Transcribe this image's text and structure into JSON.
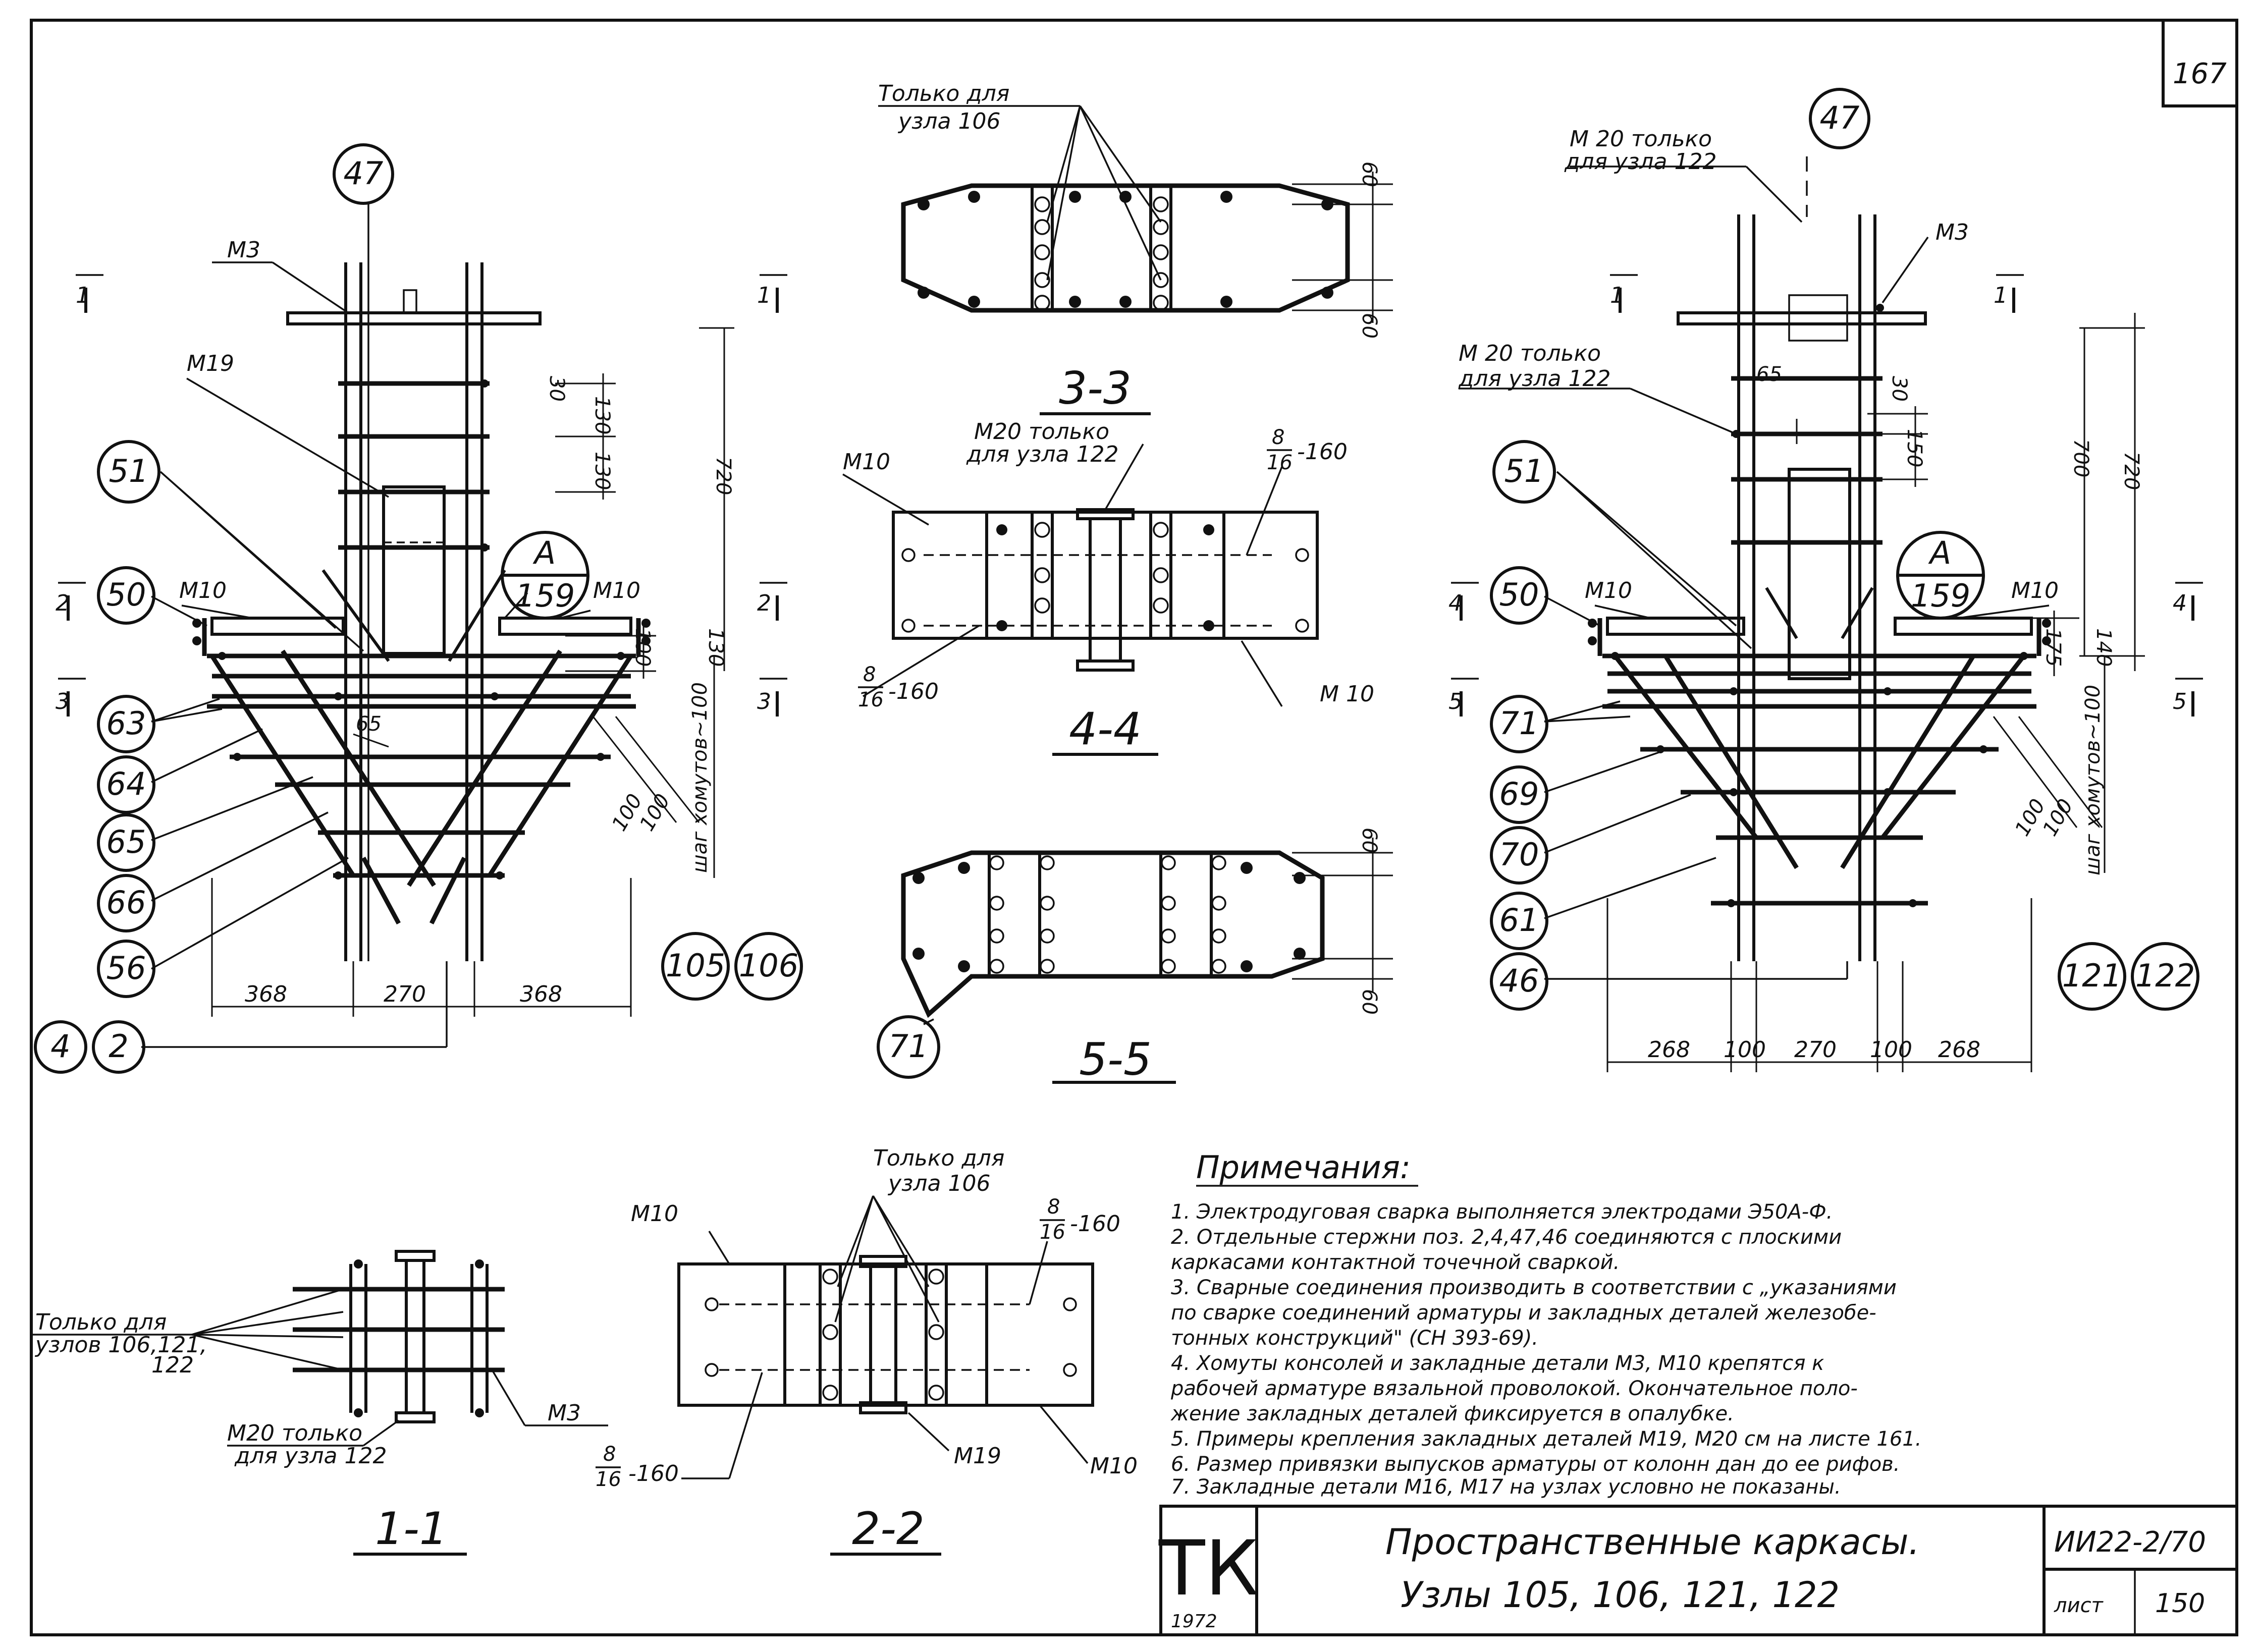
{
  "page_number": "167",
  "left_node": {
    "callouts_top": "47",
    "left_callouts": [
      "51",
      "50",
      "63",
      "64",
      "65",
      "66",
      "56"
    ],
    "node_circles": [
      "105",
      "106"
    ],
    "bottom_circles": [
      "4",
      "2"
    ],
    "details": [
      "M3",
      "M19",
      "M10",
      "M10"
    ],
    "ref_top": "A",
    "ref_bottom": "159",
    "section_marks": [
      "1",
      "1",
      "2",
      "2",
      "3",
      "3"
    ],
    "dims_vertical": [
      "30",
      "130",
      "130",
      "720",
      "100",
      "130"
    ],
    "dim_pitch": "шаг хомутов~100",
    "dims_diag": [
      "65",
      "100",
      "100"
    ],
    "dims_bottom": [
      "368",
      "270",
      "368"
    ]
  },
  "right_node": {
    "callouts_top": "47",
    "left_callouts": [
      "51",
      "50",
      "71",
      "69",
      "70",
      "61",
      "46"
    ],
    "node_circles": [
      "121",
      "122"
    ],
    "details": [
      "M3",
      "M10",
      "M10"
    ],
    "note_m20_top": [
      "М 20 только",
      "для узла 122"
    ],
    "note_m20_mid": [
      "М 20 только",
      "для узла 122"
    ],
    "ref_top": "A",
    "ref_bottom": "159",
    "section_marks": [
      "1",
      "1",
      "4",
      "4",
      "5",
      "5"
    ],
    "dims_vertical": [
      "65",
      "30",
      "150",
      "700",
      "720",
      "175",
      "140"
    ],
    "dim_pitch": "шаг хомутов~100",
    "dims_diag": [
      "100",
      "100"
    ],
    "dims_bottom": [
      "268",
      "100",
      "270",
      "100",
      "268"
    ]
  },
  "section_3_3": {
    "title": "3-3",
    "note": [
      "Только для",
      "узла 106"
    ],
    "dims": [
      "60",
      "60"
    ]
  },
  "section_4_4": {
    "title": "4-4",
    "note": [
      "M20 только",
      "для узла 122"
    ],
    "labels": [
      "M10",
      "M 10"
    ],
    "frac_top": {
      "num": "8",
      "den": "16",
      "suffix": "-160"
    },
    "frac_bottom": {
      "num": "8",
      "den": "16",
      "suffix": "-160"
    }
  },
  "section_5_5": {
    "title": "5-5",
    "callout": "71",
    "dims": [
      "60",
      "60"
    ]
  },
  "section_1_1": {
    "title": "1-1",
    "note": [
      "Только для",
      "узлов 106,121,",
      "122"
    ],
    "note_m20": [
      "М20 только",
      "для узла 122"
    ],
    "label_m3": "M3"
  },
  "section_2_2": {
    "title": "2-2",
    "note": [
      "Только для",
      "узла 106"
    ],
    "labels": [
      "M10",
      "M19",
      "M10"
    ],
    "frac_top": {
      "num": "8",
      "den": "16",
      "suffix": "-160"
    },
    "frac_bottom": {
      "num": "8",
      "den": "16",
      "suffix": "-160"
    }
  },
  "notes": {
    "heading": "Примечания:",
    "items": [
      "1. Электродуговая сварка выполняется электродами Э50А-Ф.",
      "2. Отдельные стержни поз. 2,4,47,46 соединяются с плоскими",
      "каркасами контактной точечной сваркой.",
      "3. Сварные соединения производить в соответствии с „указаниями",
      "по сварке соединений арматуры и закладных деталей железобе-",
      "тонных конструкций\" (СН 393-69).",
      "4. Хомуты консолей и закладные детали М3, М10 крепятся к",
      "рабочей арматуре вязальной проволокой. Окончательное поло-",
      "жение закладных деталей фиксируется в опалубке.",
      "5. Примеры крепления закладных деталей М19, М20 см на листе 161.",
      "6. Размер привязки выпусков арматуры от колонн дан до ее рифов.",
      "7. Закладные детали М16, М17 на узлах условно не показаны."
    ]
  },
  "title_block": {
    "mark": "ТК",
    "year": "1972",
    "title_line1": "Пространственные каркасы.",
    "title_line2": "Узлы 105, 106, 121, 122",
    "series": "ИИ22-2/70",
    "sheet_label": "лист",
    "sheet_number": "150"
  }
}
